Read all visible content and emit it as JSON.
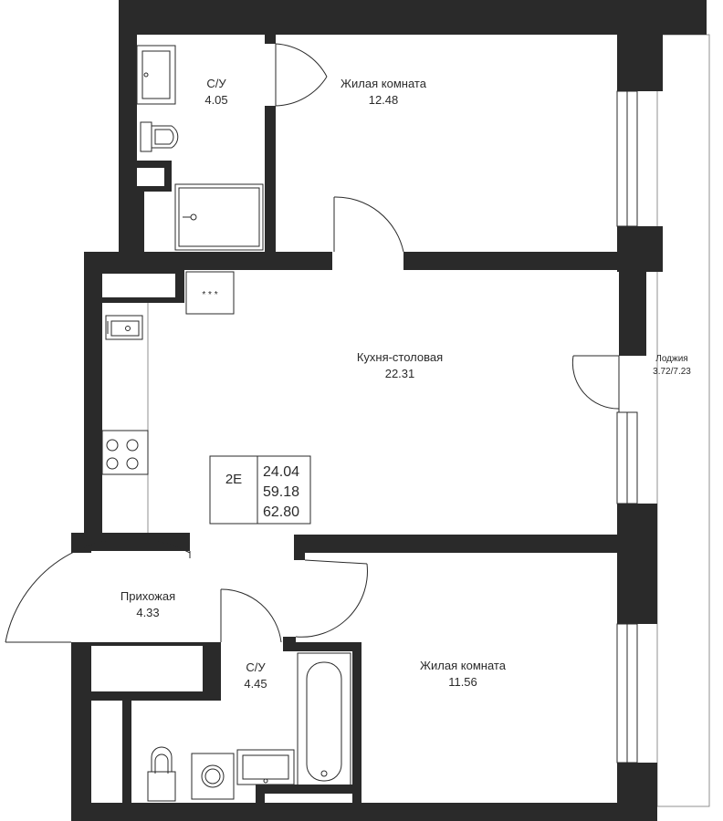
{
  "rooms": {
    "bathroom_top": {
      "name": "С/У",
      "area": "4.05"
    },
    "living_top": {
      "name": "Жилая комната",
      "area": "12.48"
    },
    "kitchen": {
      "name": "Кухня-столовая",
      "area": "22.31"
    },
    "loggia": {
      "name": "Лоджия",
      "area": "3.72/7.23"
    },
    "hall": {
      "name": "Прихожая",
      "area": "4.33"
    },
    "bathroom_bottom": {
      "name": "С/У",
      "area": "4.45"
    },
    "living_bottom": {
      "name": "Жилая комната",
      "area": "11.56"
    }
  },
  "summary": {
    "type": "2E",
    "living_area": "24.04",
    "total_area": "59.18",
    "total_with_loggia": "62.80"
  },
  "stove_marks": "* * *"
}
